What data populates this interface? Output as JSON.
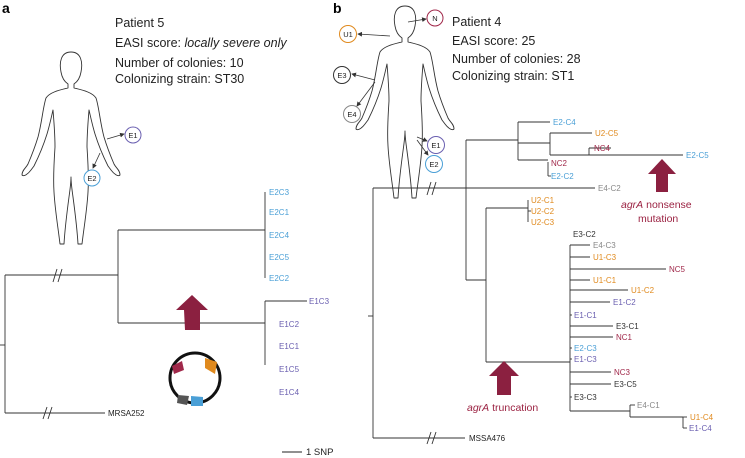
{
  "colors": {
    "E1": "#6a5fb0",
    "E2": "#4a9fd6",
    "E3": "#333333",
    "E4": "#888888",
    "U1": "#e08a1e",
    "N": "#a0284a",
    "arrow": "#8b2040",
    "black": "#222222"
  },
  "panel_a": {
    "label": "a",
    "patient": "Patient 5",
    "easi_prefix": "EASI score: ",
    "easi_value": "locally severe only",
    "colonies": "Number of colonies: 10",
    "strain": "Colonizing strain: ST30",
    "body_sites": [
      "E1",
      "E2"
    ],
    "leaves": [
      {
        "label": "E2C3",
        "site": "E2"
      },
      {
        "label": "E2C1",
        "site": "E2"
      },
      {
        "label": "E2C4",
        "site": "E2"
      },
      {
        "label": "E2C5",
        "site": "E2"
      },
      {
        "label": "E2C2",
        "site": "E2"
      },
      {
        "label": "E1C3",
        "site": "E1"
      },
      {
        "label": "E1C2",
        "site": "E1"
      },
      {
        "label": "E1C1",
        "site": "E1"
      },
      {
        "label": "E1C5",
        "site": "E1"
      },
      {
        "label": "E1C4",
        "site": "E1"
      }
    ],
    "outgroup": "MRSA252",
    "plasmid_colors": [
      "#a0284a",
      "#e08a1e",
      "#4a9fd6",
      "#555555"
    ]
  },
  "panel_b": {
    "label": "b",
    "patient": "Patient 4",
    "easi": "EASI score: 25",
    "colonies": "Number of colonies: 28",
    "strain": "Colonizing strain: ST1",
    "body_sites": [
      "N",
      "U1",
      "E3",
      "E4",
      "E1",
      "E2"
    ],
    "leaves": [
      {
        "label": "E2-C4",
        "site": "E2"
      },
      {
        "label": "U2-C5",
        "site": "U1"
      },
      {
        "label": "NC4",
        "site": "N"
      },
      {
        "label": "E2-C5",
        "site": "E2"
      },
      {
        "label": "NC2",
        "site": "N"
      },
      {
        "label": "E2-C2",
        "site": "E2"
      },
      {
        "label": "E4-C2",
        "site": "E4"
      },
      {
        "label": "U2-C1",
        "site": "U1"
      },
      {
        "label": "U2-C2",
        "site": "U1"
      },
      {
        "label": "U2-C3",
        "site": "U1"
      },
      {
        "label": "E3-C2",
        "site": "E3"
      },
      {
        "label": "E4-C3",
        "site": "E4"
      },
      {
        "label": "U1-C3",
        "site": "U1"
      },
      {
        "label": "NC5",
        "site": "N"
      },
      {
        "label": "U1-C1",
        "site": "U1"
      },
      {
        "label": "U1-C2",
        "site": "U1"
      },
      {
        "label": "E1-C2",
        "site": "E1"
      },
      {
        "label": "E1-C1",
        "site": "E1"
      },
      {
        "label": "E3-C1",
        "site": "E3"
      },
      {
        "label": "NC1",
        "site": "N"
      },
      {
        "label": "E2-C3",
        "site": "E2"
      },
      {
        "label": "E1-C3",
        "site": "E1"
      },
      {
        "label": "NC3",
        "site": "N"
      },
      {
        "label": "E3-C5",
        "site": "E3"
      },
      {
        "label": "E3-C3",
        "site": "E3"
      },
      {
        "label": "E4-C1",
        "site": "E4"
      },
      {
        "label": "U1-C4",
        "site": "U1"
      },
      {
        "label": "E1-C4",
        "site": "E1"
      }
    ],
    "outgroup": "MSSA476",
    "annotations": {
      "nonsense_gene": "agrA",
      "nonsense_rest": " nonsense",
      "nonsense_line2": "mutation",
      "trunc_gene": "agrA",
      "trunc_rest": " truncation"
    }
  },
  "scale_bar": "1 SNP"
}
